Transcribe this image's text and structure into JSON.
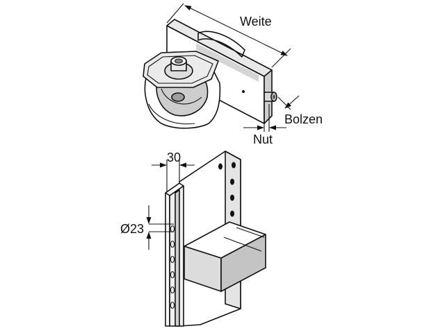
{
  "labels": {
    "weite": "Weite",
    "bolzen": "Bolzen",
    "nut": "Nut",
    "dim_30": "30",
    "dia_23": "Ø23"
  },
  "colors": {
    "line": "#111111",
    "shade_light": "#e6e6e6",
    "shade_mid": "#cfcfcf",
    "shade_dark": "#b5b5b5",
    "background": "#ffffff"
  }
}
